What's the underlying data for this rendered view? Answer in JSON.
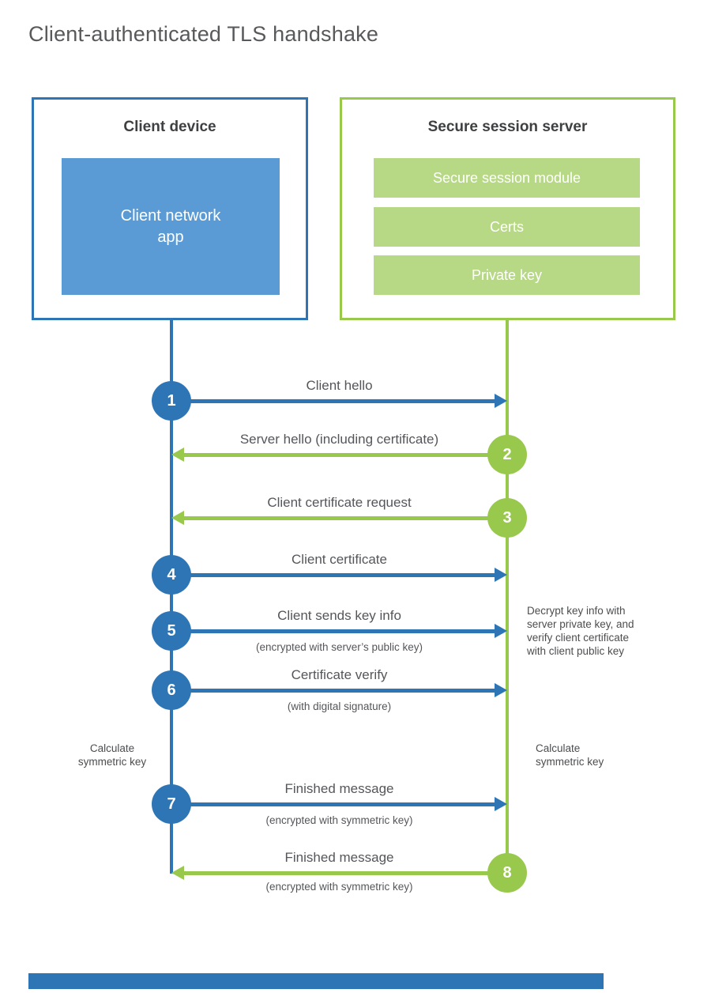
{
  "title": "Client-authenticated TLS handshake",
  "colors": {
    "blue_stroke": "#2e75b6",
    "blue_fill": "#5b9bd5",
    "green_stroke": "#98c84c",
    "green_fill": "#b7d985",
    "title_color": "#58595b",
    "heading_color": "#3f4041",
    "label_color": "#55565a",
    "note_color": "#4c4d4f"
  },
  "client": {
    "title": "Client device",
    "app_label": "Client network\napp"
  },
  "server": {
    "title": "Secure session server",
    "modules": [
      "Secure session module",
      "Certs",
      "Private key"
    ]
  },
  "messages": [
    {
      "num": "1",
      "direction": "right",
      "color": "blue",
      "label": "Client hello",
      "sub": ""
    },
    {
      "num": "2",
      "direction": "left",
      "color": "green",
      "label": "Server hello (including certificate)",
      "sub": ""
    },
    {
      "num": "3",
      "direction": "left",
      "color": "green",
      "label": "Client certificate request",
      "sub": ""
    },
    {
      "num": "4",
      "direction": "right",
      "color": "blue",
      "label": "Client certificate",
      "sub": ""
    },
    {
      "num": "5",
      "direction": "right",
      "color": "blue",
      "label": "Client sends key info",
      "sub": "(encrypted with server’s public key)"
    },
    {
      "num": "6",
      "direction": "right",
      "color": "blue",
      "label": "Certificate verify",
      "sub": "(with digital signature)"
    },
    {
      "num": "7",
      "direction": "right",
      "color": "blue",
      "label": "Finished message",
      "sub": "(encrypted with symmetric key)"
    },
    {
      "num": "8",
      "direction": "left",
      "color": "green",
      "label": "Finished message",
      "sub": "(encrypted with symmetric key)"
    }
  ],
  "annotations": {
    "decrypt_note": "Decrypt key info with\nserver private key, and\nverify client certificate\nwith client public key",
    "calc_left": "Calculate\nsymmetric key",
    "calc_right": "Calculate\nsymmetric key"
  }
}
